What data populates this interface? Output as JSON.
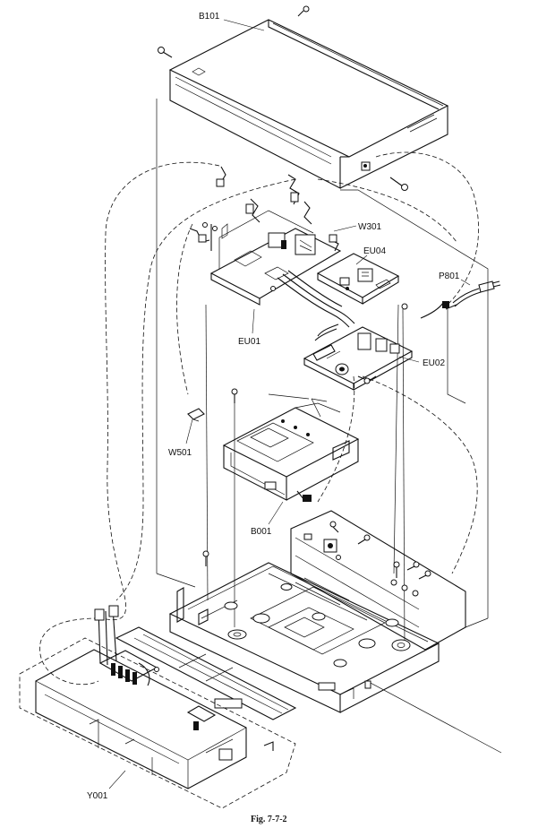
{
  "labels": {
    "b101": "B101",
    "w301": "W301",
    "eu04": "EU04",
    "p801": "P801",
    "eu01": "EU01",
    "eu02": "EU02",
    "w501": "W501",
    "b001": "B001",
    "y001": "Y001"
  },
  "caption": "Fig. 7-7-2"
}
